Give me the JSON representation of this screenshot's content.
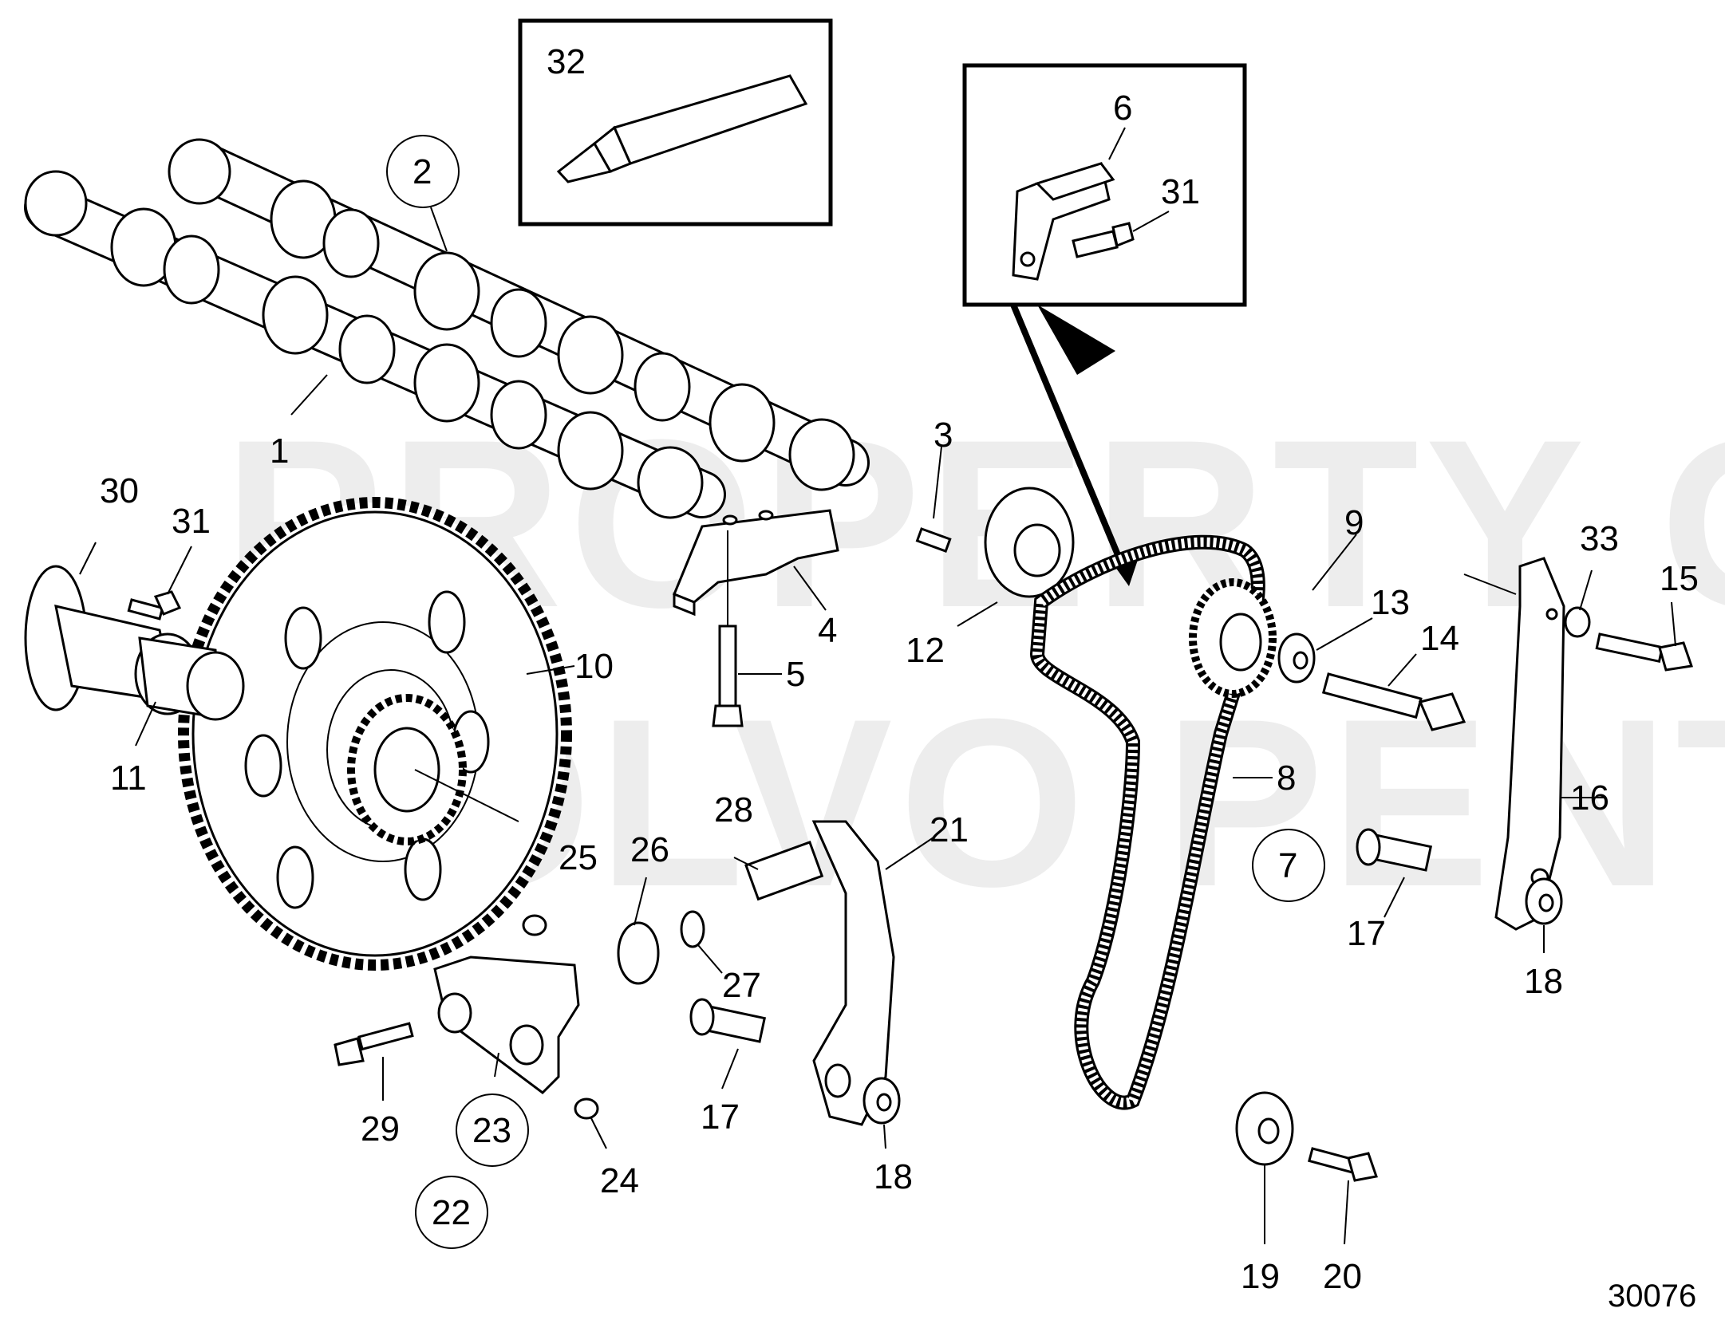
{
  "diagram": {
    "drawing_number": "30076",
    "watermark": [
      "PROPERTY OF",
      "VOLVO PENTA"
    ],
    "callouts": [
      {
        "id": "c1",
        "label": "1"
      },
      {
        "id": "c2",
        "label": "2",
        "circled": true
      },
      {
        "id": "c3",
        "label": "3"
      },
      {
        "id": "c4",
        "label": "4"
      },
      {
        "id": "c5",
        "label": "5"
      },
      {
        "id": "c6",
        "label": "6"
      },
      {
        "id": "c7",
        "label": "7",
        "circled": true
      },
      {
        "id": "c8",
        "label": "8"
      },
      {
        "id": "c9",
        "label": "9"
      },
      {
        "id": "c10",
        "label": "10"
      },
      {
        "id": "c11",
        "label": "11"
      },
      {
        "id": "c12",
        "label": "12"
      },
      {
        "id": "c13",
        "label": "13"
      },
      {
        "id": "c14",
        "label": "14"
      },
      {
        "id": "c15",
        "label": "15"
      },
      {
        "id": "c16",
        "label": "16"
      },
      {
        "id": "c17a",
        "label": "17"
      },
      {
        "id": "c17b",
        "label": "17"
      },
      {
        "id": "c18a",
        "label": "18"
      },
      {
        "id": "c18b",
        "label": "18"
      },
      {
        "id": "c19",
        "label": "19"
      },
      {
        "id": "c20",
        "label": "20"
      },
      {
        "id": "c21",
        "label": "21"
      },
      {
        "id": "c22",
        "label": "22",
        "circled": true
      },
      {
        "id": "c23",
        "label": "23",
        "circled": true
      },
      {
        "id": "c24",
        "label": "24"
      },
      {
        "id": "c25",
        "label": "25"
      },
      {
        "id": "c26",
        "label": "26"
      },
      {
        "id": "c27",
        "label": "27"
      },
      {
        "id": "c28",
        "label": "28"
      },
      {
        "id": "c29",
        "label": "29"
      },
      {
        "id": "c30",
        "label": "30"
      },
      {
        "id": "c31a",
        "label": "31"
      },
      {
        "id": "c31b",
        "label": "31"
      },
      {
        "id": "c32",
        "label": "32"
      },
      {
        "id": "c33",
        "label": "33"
      }
    ]
  }
}
